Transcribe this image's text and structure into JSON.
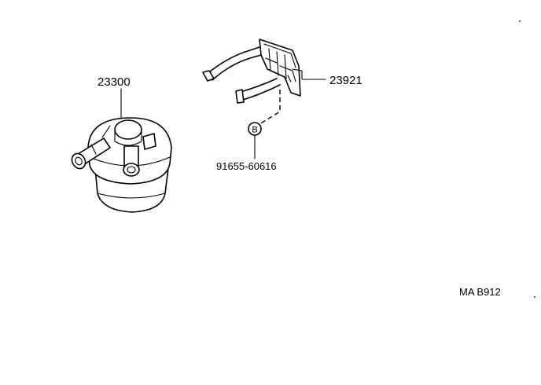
{
  "parts": [
    {
      "id": "fuel-filter",
      "number": "23300"
    },
    {
      "id": "filter-bracket",
      "number": "23921"
    },
    {
      "id": "bolt",
      "number": "91655-60616",
      "callout": "B"
    }
  ],
  "illustration_code": "MA B912"
}
